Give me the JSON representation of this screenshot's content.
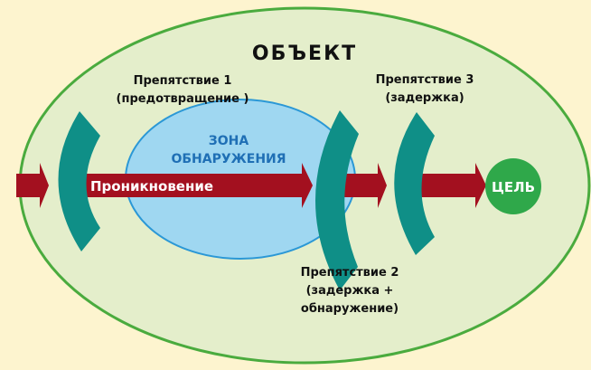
{
  "title": "ОБЪЕКТ",
  "detection_zone": {
    "line1": "ЗОНА",
    "line2": "ОБНАРУЖЕНИЯ"
  },
  "penetration_label": "Проникновение",
  "goal_label": "ЦЕЛЬ",
  "barriers": [
    {
      "line1": "Препятствие 1",
      "line2": "(предотвращение )"
    },
    {
      "line1": "Препятствие 2",
      "line2": "(задержка +",
      "line3": "обнаружение)"
    },
    {
      "line1": "Препятствие 3",
      "line2": "(задержка)"
    }
  ],
  "colors": {
    "background": "#fdf4cf",
    "object": "#e4eecb",
    "object_border": "#4aab3e",
    "zone": "#9fd7f1",
    "zone_border": "#2b98d6",
    "arrow": "#a3101f",
    "barrier": "#0f8f87",
    "goal": "#2fa84a"
  }
}
